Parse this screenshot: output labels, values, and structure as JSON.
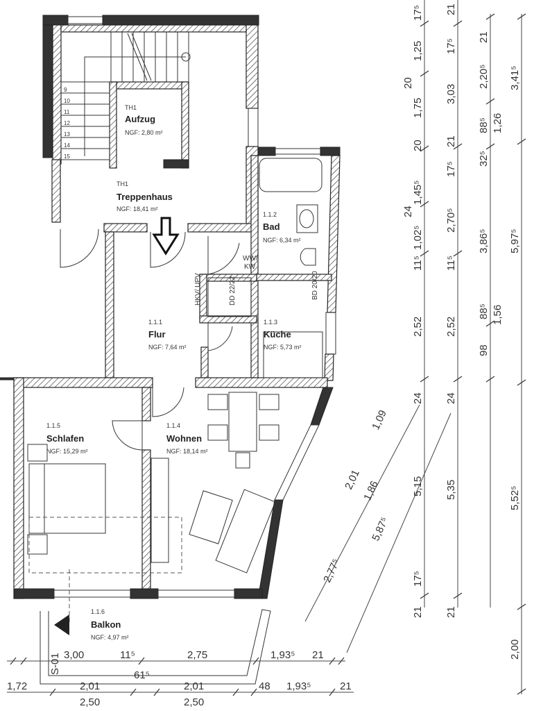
{
  "rooms": {
    "aufzug": {
      "id": "TH1",
      "name": "Aufzug",
      "area": "NGF: 2,80 m²"
    },
    "treppenhaus": {
      "id": "TH1",
      "name": "Treppenhaus",
      "area": "NGF: 18,41 m²"
    },
    "bad": {
      "id": "1.1.2",
      "name": "Bad",
      "area": "NGF: 6,34 m²"
    },
    "flur": {
      "id": "1.1.1",
      "name": "Flur",
      "area": "NGF: 7,64 m²"
    },
    "kueche": {
      "id": "1.1.3",
      "name": "Küche",
      "area": "NGF: 5,73 m²"
    },
    "schlafen": {
      "id": "1.1.5",
      "name": "Schlafen",
      "area": "NGF: 15,29 m²"
    },
    "wohnen": {
      "id": "1.1.4",
      "name": "Wohnen",
      "area": "NGF: 18,14 m²"
    },
    "balkon": {
      "id": "1.1.6",
      "name": "Balkon",
      "area": "NGF: 4,97 m²"
    }
  },
  "labels": {
    "ww_kw": [
      "WW/",
      "KW"
    ],
    "hkv_upv": "HKV/ UPV",
    "dd": "DD 22/22",
    "bd": "BD 20/20",
    "section": "S-01",
    "stair_steps": [
      "9",
      "10",
      "11",
      "12",
      "13",
      "14",
      "15"
    ]
  },
  "dimensions": {
    "col1": [
      "17⁵",
      "1,25",
      "20",
      "1,75",
      "20",
      "1,45⁵",
      "24",
      "1,02⁵",
      "11⁵",
      "2,52",
      "24",
      "5,15",
      "17⁵",
      "21"
    ],
    "col2": [
      "21",
      "17⁵",
      "3,03",
      "21",
      "17⁵",
      "2,70⁵",
      "11⁵",
      "2,52",
      "24",
      "5,35",
      "21"
    ],
    "col3": [
      "21",
      "2,20⁵",
      "88⁵",
      "1,26",
      "32⁵",
      "3,86⁵",
      "88⁵",
      "1,56",
      "98"
    ],
    "col4": [
      "3,41⁵",
      "5,97⁵",
      "5,52⁵",
      "2,00"
    ],
    "diagonal": [
      "1,09",
      "2,01",
      "1,86",
      "5,87⁵",
      "2,77⁵"
    ],
    "bottom_row1": [
      "3,00",
      "11⁵",
      "2,75",
      "1,93⁵",
      "21",
      "61⁵"
    ],
    "bottom_row2": [
      "1,72",
      "2,01",
      "2,01",
      "48",
      "1,93⁵",
      "21"
    ],
    "bottom_row3": [
      "2,50",
      "2,50"
    ]
  }
}
